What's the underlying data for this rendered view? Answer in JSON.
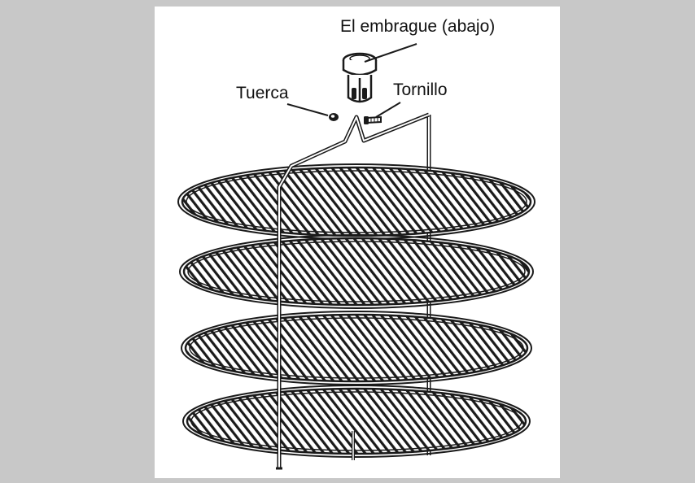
{
  "labels": {
    "clutch": "El embrague (abajo)",
    "nut": "Tuerca",
    "screw": "Tornillo"
  },
  "colors": {
    "background": "#c8c8c8",
    "panel": "#ffffff",
    "line": "#1a1a1a"
  }
}
